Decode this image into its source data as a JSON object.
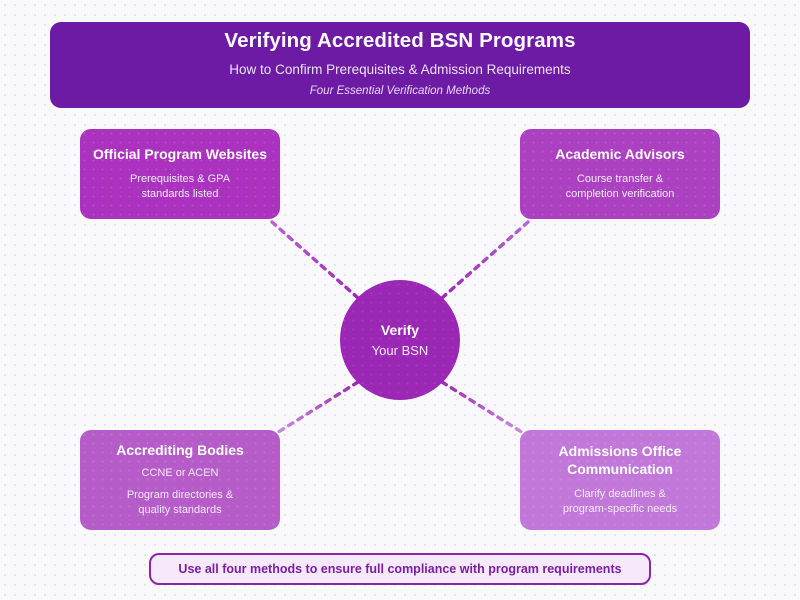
{
  "header": {
    "title": "Verifying Accredited BSN Programs",
    "subtitle": "How to Confirm Prerequisites & Admission Requirements",
    "tagline": "Four Essential Verification Methods"
  },
  "hub": {
    "line1": "Verify",
    "line2": "Your BSN"
  },
  "cards": [
    {
      "id": "official-program-websites",
      "title": "Official Program Websites",
      "desc_line1": "Prerequisites & GPA",
      "desc_line2": "standards listed",
      "desc_line3": "",
      "color": "#aa32be",
      "position": "top-left"
    },
    {
      "id": "academic-advisors",
      "title": "Academic Advisors",
      "desc_line1": "Course transfer &",
      "desc_line2": "completion verification",
      "desc_line3": "",
      "color": "#ab41c0",
      "position": "top-right"
    },
    {
      "id": "accrediting-bodies",
      "title": "Accrediting Bodies",
      "desc_line1": "CCNE or ACEN",
      "desc_line2": "Program directories &",
      "desc_line3": "quality standards",
      "color": "#b55cc9",
      "position": "bottom-left"
    },
    {
      "id": "admissions-office-communication",
      "title": "Admissions Office Communication",
      "desc_line1": "Clarify deadlines &",
      "desc_line2": "program-specific needs",
      "desc_line3": "",
      "color": "#c278d9",
      "position": "bottom-right"
    }
  ],
  "footer": {
    "text": "Use all four methods to ensure full compliance with program requirements"
  },
  "colors": {
    "header_bg": "#6d1ba5",
    "hub_bg": "#9b27b5",
    "footer_bg": "#f6e9fb",
    "footer_border": "#8e24aa",
    "footer_text": "#7b1fa2",
    "page_bg": "#f9f9fb",
    "connector_dark": "#9b27b5",
    "connector_light": "#c47ddb"
  }
}
